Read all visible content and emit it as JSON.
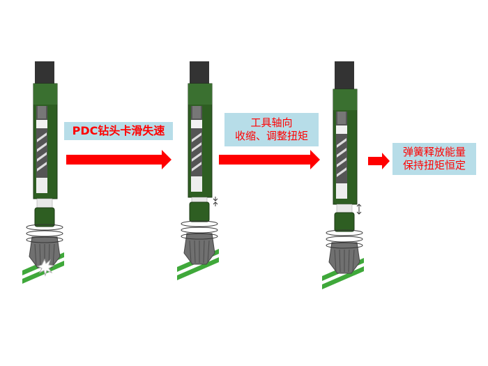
{
  "steps": [
    {
      "lines": [
        "PDC钻头卡滑失速"
      ]
    },
    {
      "lines": [
        "工具轴向",
        "收缩、调整扭矩"
      ]
    },
    {
      "lines": [
        "弹簧释放能量",
        "保持扭矩恒定"
      ]
    }
  ],
  "colors": {
    "arrow": "#ff0000",
    "label_bg": "#b7dde8",
    "label_text": "#ff0000",
    "housing": "#2e5e22",
    "pipe": "#333333",
    "strata": "#3fa83a"
  }
}
